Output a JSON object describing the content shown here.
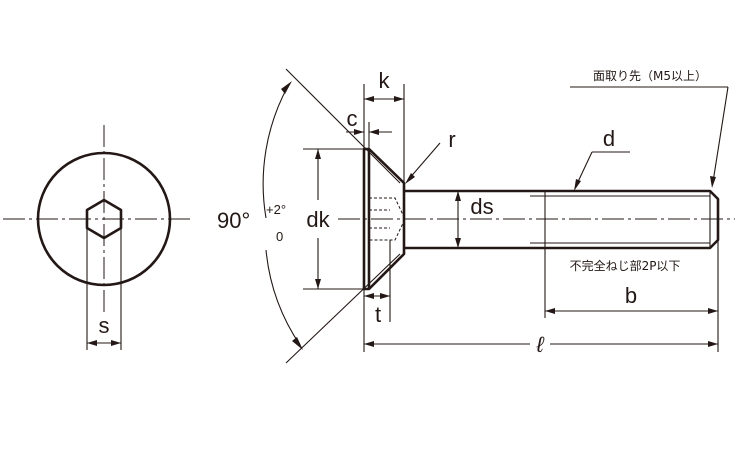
{
  "labels": {
    "s": "s",
    "k": "k",
    "c": "c",
    "r": "r",
    "d": "d",
    "dk": "dk",
    "ds": "ds",
    "t": "t",
    "b": "b",
    "l": "ℓ",
    "angle_base": "90°",
    "angle_tol_upper": "+2°",
    "angle_tol_lower": "0",
    "chamfer_note": "面取り先（M5以上）",
    "incomplete_thread_note": "不完全ねじ部2P以下"
  }
}
